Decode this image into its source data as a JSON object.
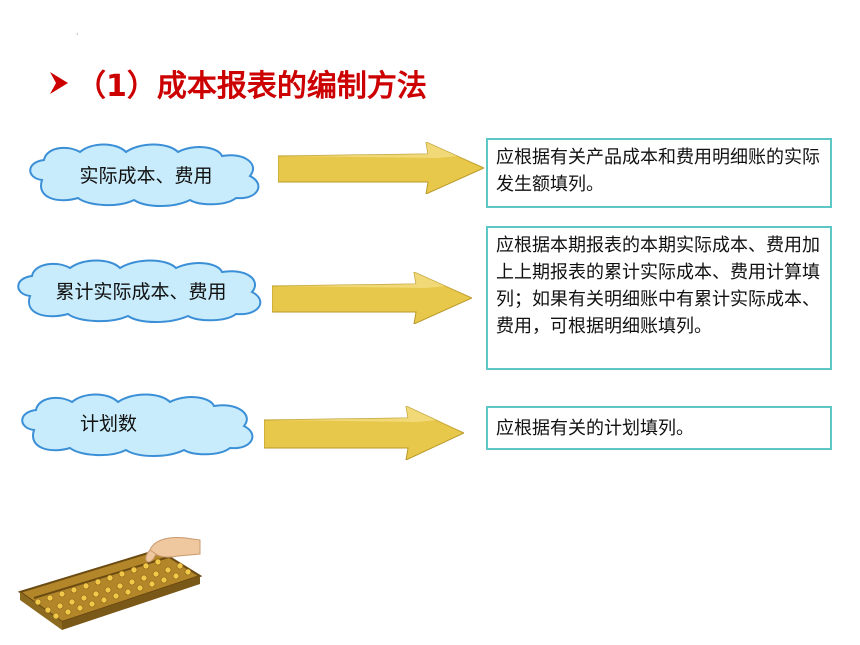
{
  "slide": {
    "dot": "·",
    "title": "（1）成本报表的编制方法",
    "bullet_icon": "arrow-bullet-icon"
  },
  "rows": [
    {
      "source_label": "实际成本、费用",
      "description": "应根据有关产品成本和费用明细账的实际发生额填列。"
    },
    {
      "source_label": "累计实际成本、费用",
      "description": "应根据本期报表的本期实际成本、费用加上上期报表的累计实际成本、费用计算填列；如果有关明细账中有累计实际成本、费用，可根据明细账填列。"
    },
    {
      "source_label": "计划数",
      "description": "应根据有关的计划填列。"
    }
  ],
  "image": {
    "icon": "abacus-hand-image"
  },
  "colors": {
    "title": "#cc0000",
    "cloud_fill": "#c8ecfb",
    "cloud_stroke": "#3b8fd6",
    "arrow_fill": "#e8c84a",
    "box_border": "#5cc7c5"
  }
}
